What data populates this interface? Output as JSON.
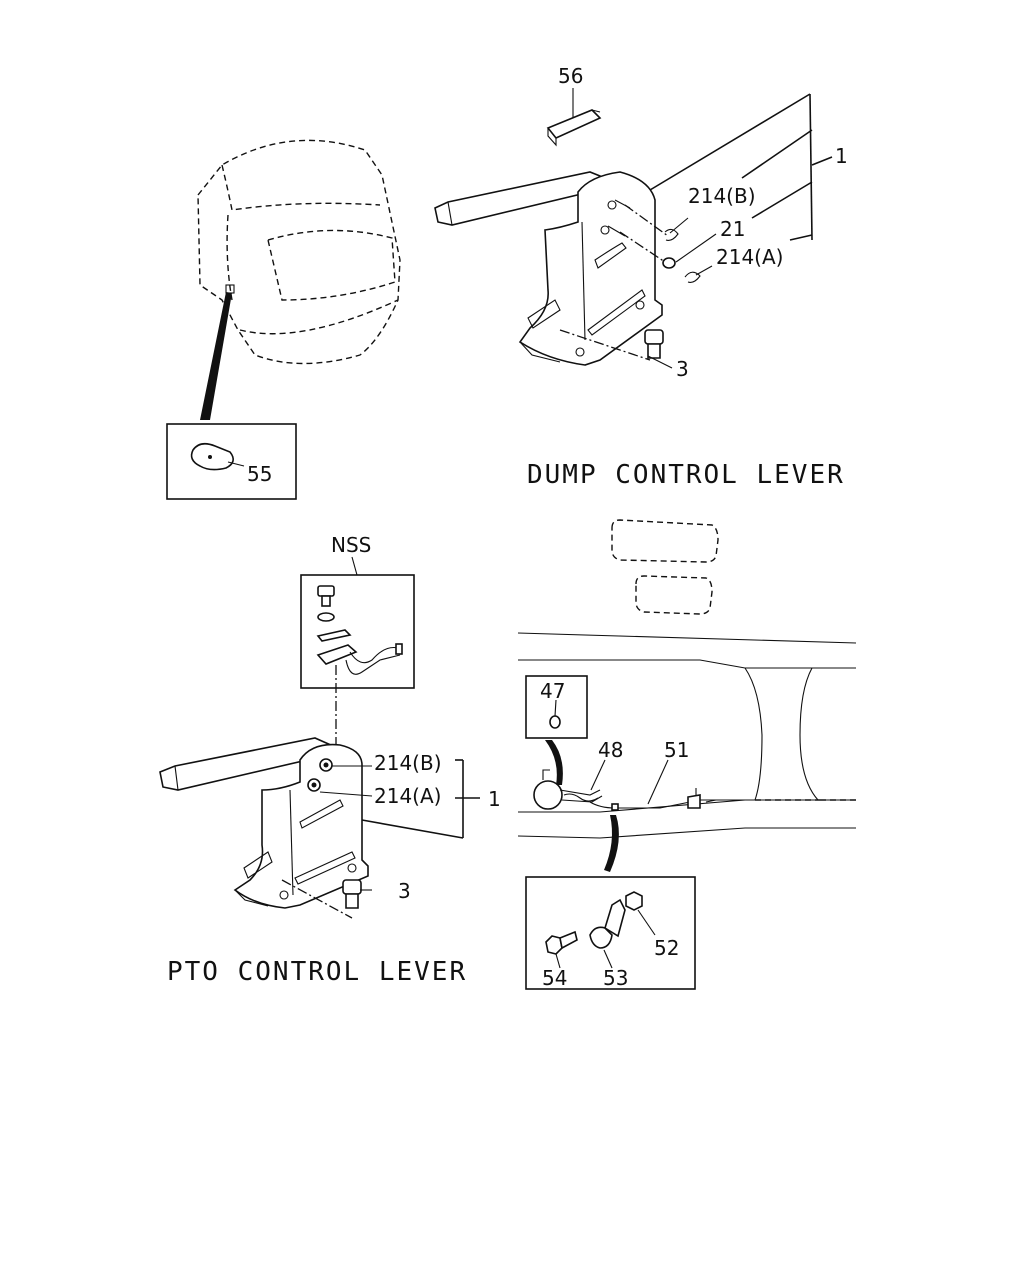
{
  "callouts": {
    "c56": "56",
    "c1_dump": "1",
    "c214b_dump": "214(B)",
    "c21": "21",
    "c214a_dump": "214(A)",
    "c3_dump": "3",
    "c55": "55",
    "nss": "NSS",
    "c214b_pto": "214(B)",
    "c214a_pto": "214(A)",
    "c1_pto": "1",
    "c3_pto": "3",
    "c47": "47",
    "c48": "48",
    "c51": "51",
    "c52": "52",
    "c53": "53",
    "c54": "54"
  },
  "titles": {
    "dump": "DUMP CONTROL LEVER",
    "pto": "PTO CONTROL LEVER"
  }
}
